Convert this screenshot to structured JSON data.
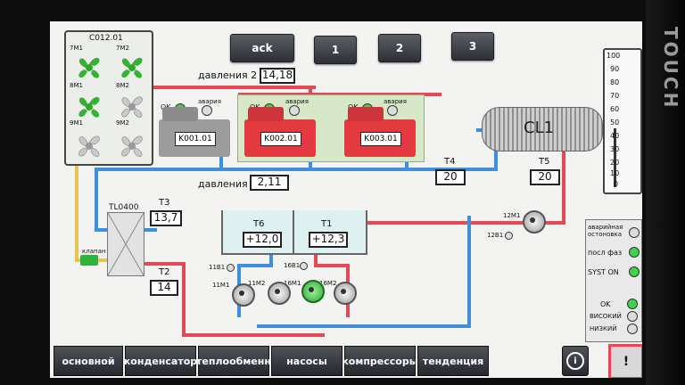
{
  "buttons": {
    "ack": "ack",
    "b1": "1",
    "b2": "2",
    "b3": "3"
  },
  "fans": {
    "title": "C012.01",
    "labels": [
      "7M1",
      "7M2",
      "8M1",
      "8M2",
      "9M1",
      "9M2"
    ]
  },
  "pressure2": {
    "label": "давления 2",
    "value": "14,18"
  },
  "pressure1": {
    "label": "давления 1",
    "value": "2,11"
  },
  "compressors": [
    {
      "id": "K001.01",
      "ok": "OK",
      "alarm": "авария"
    },
    {
      "id": "K002.01",
      "ok": "OK",
      "alarm": "авария"
    },
    {
      "id": "K003.01",
      "ok": "OK",
      "alarm": "авария"
    }
  ],
  "cl1": "CL1",
  "t4": {
    "label": "T4",
    "value": "20"
  },
  "t5": {
    "label": "T5",
    "value": "20"
  },
  "t3": {
    "label": "T3",
    "value": "13,7"
  },
  "t2": {
    "label": "T2",
    "value": "14"
  },
  "t6": {
    "label": "T6",
    "value": "+12,0"
  },
  "t1": {
    "label": "T1",
    "value": "+12,3"
  },
  "tl": "TL0400",
  "valve": "клапан",
  "pumps": {
    "p11b1": "11B1",
    "p16b1": "16B1",
    "p11m1": "11M1",
    "p11m2": "11M2",
    "p16m1": "16M1",
    "p16m2": "16M2",
    "p12m1": "12M1",
    "p12b1": "12B1"
  },
  "scale": [
    "100",
    "90",
    "80",
    "70",
    "60",
    "50",
    "40",
    "30",
    "20",
    "10",
    "0"
  ],
  "status": {
    "emergency": "аварийная остоновка",
    "phase": "посл фаз",
    "syst": "SYST ON",
    "ok": "OK",
    "high": "ВИСОКИЙ",
    "low": "НИЗКИЙ"
  },
  "tabs": [
    "основной",
    "конденсатор",
    "теплообменн",
    "насосы",
    "компрессоры",
    "тенденция"
  ],
  "icons": {
    "info": "i",
    "warning": "!"
  },
  "colors": {
    "hot": "#e24b55",
    "cold": "#3f8fe0",
    "active": "#3ed44a"
  }
}
